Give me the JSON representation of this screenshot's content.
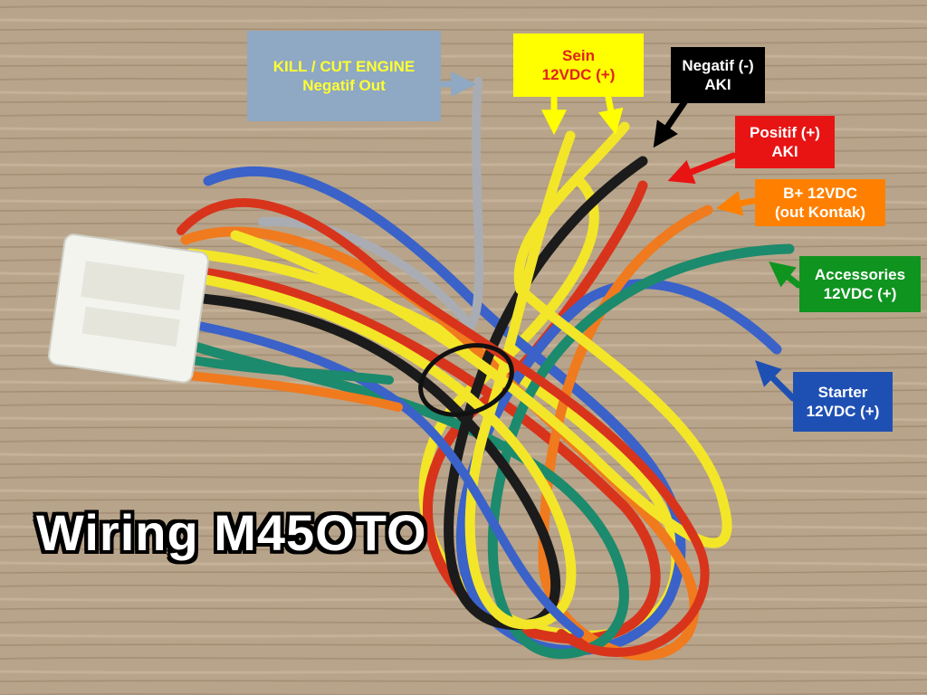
{
  "title": "Wiring M45OTO",
  "labels": {
    "kill": {
      "line1": "KILL / CUT ENGINE",
      "line2": "Negatif Out",
      "bg": "#8fa8c3",
      "text": "#ffff33"
    },
    "sein": {
      "line1": "Sein",
      "line2": "12VDC (+)",
      "bg": "#ffff00",
      "text": "#e0231c"
    },
    "negatif": {
      "line1": "Negatif (-)",
      "line2": "AKI",
      "bg": "#000000",
      "text": "#ffffff"
    },
    "positif": {
      "line1": "Positif (+)",
      "line2": "AKI",
      "bg": "#e81414",
      "text": "#ffffff"
    },
    "bplus": {
      "line1": "B+ 12VDC",
      "line2": "(out Kontak)",
      "bg": "#ff8000",
      "text": "#ffffff"
    },
    "accessories": {
      "line1": "Accessories",
      "line2": "12VDC (+)",
      "bg": "#109420",
      "text": "#ffffff"
    },
    "starter": {
      "line1": "Starter",
      "line2": "12VDC (+)",
      "bg": "#1e50b4",
      "text": "#ffffff"
    }
  },
  "wire_colors": {
    "grey": "#a9adb3",
    "yellow": "#f3e629",
    "black": "#1b1b1b",
    "red": "#d8341c",
    "orange": "#f07a1e",
    "green": "#1c8a6c",
    "blue": "#3a62c9"
  }
}
